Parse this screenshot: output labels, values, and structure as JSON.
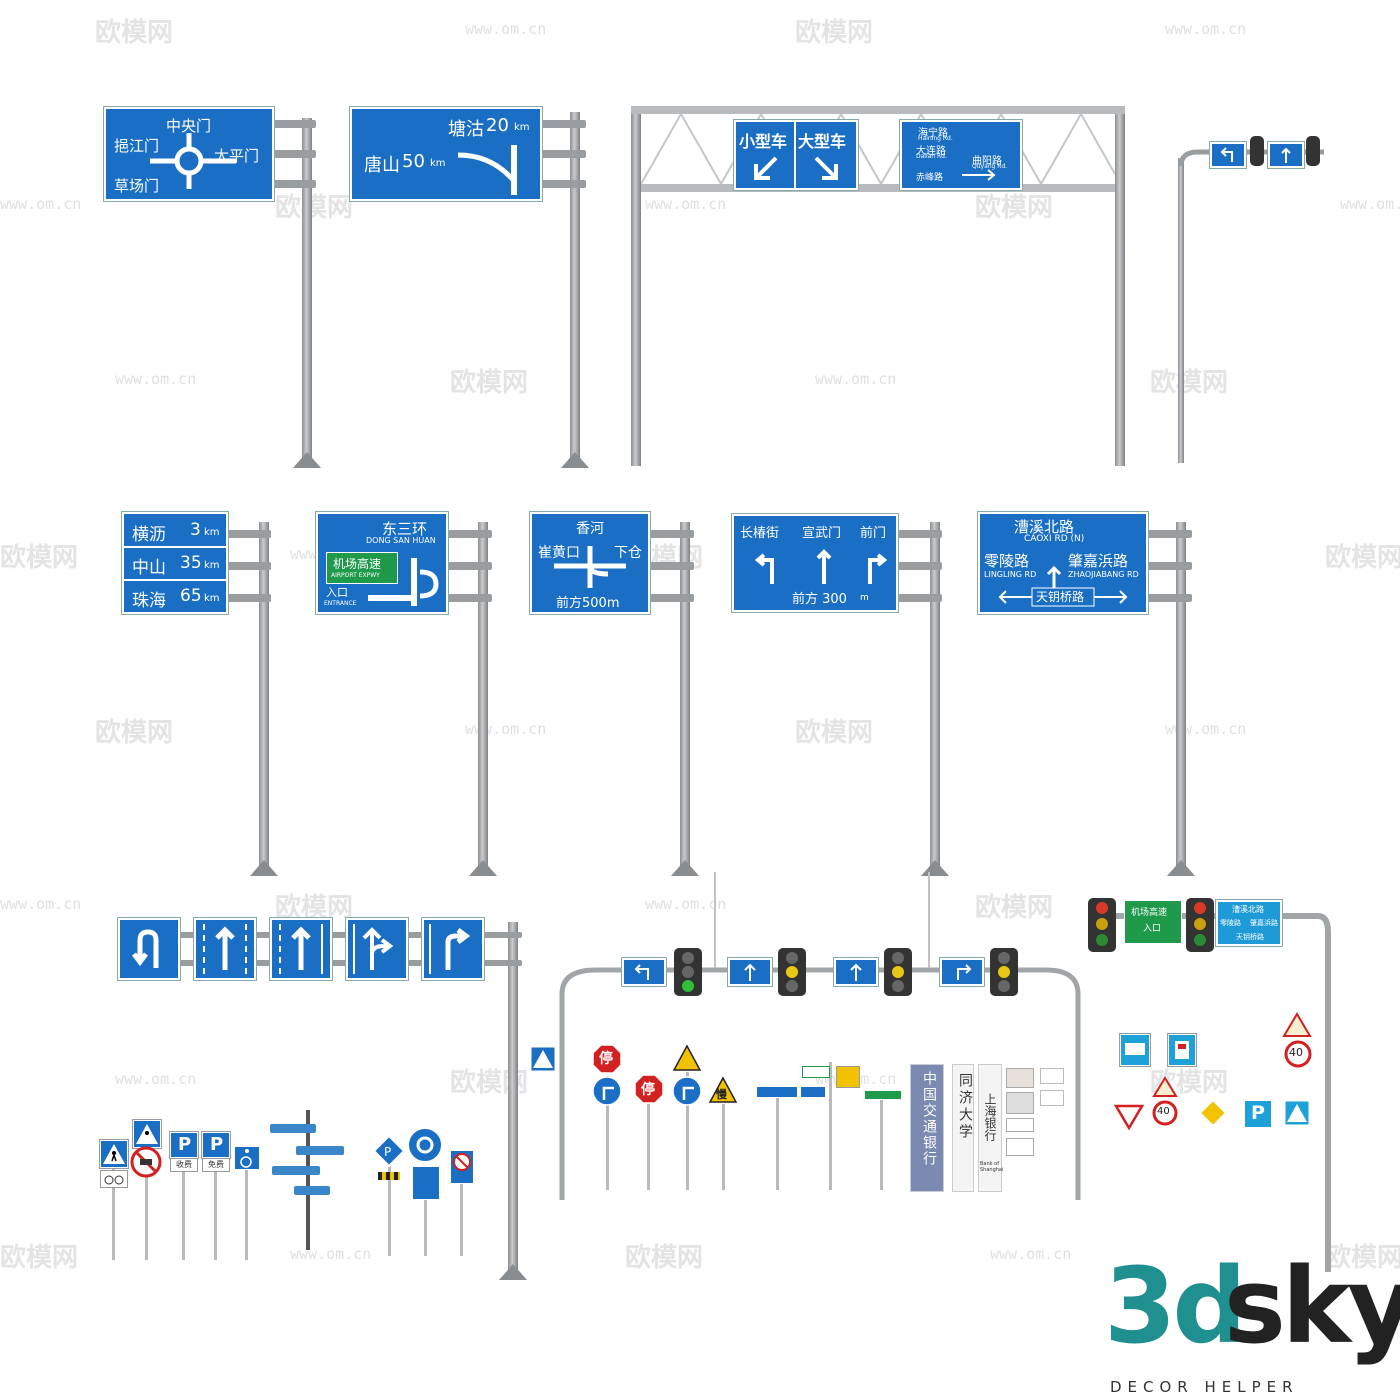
{
  "watermark": {
    "brand": "欧模网",
    "url": "www.om.cn"
  },
  "signs": {
    "roundabout": {
      "top": "中央门",
      "left": "挹江门",
      "right": "太平门",
      "bottom": "草场门"
    },
    "tanggu": {
      "line1": "塘沽",
      "dist1": "20",
      "line2": "唐山",
      "dist2": "50",
      "unit": "km"
    },
    "gantry_lane": {
      "small": "小型车",
      "large": "大型车"
    },
    "gantry_dest": {
      "a": "海宁路",
      "a_en": "Haining Rd.",
      "b": "大连路",
      "b_en": "Dalian Rd.",
      "c": "曲阳路",
      "c_en": "Quyang Rd.",
      "d": "赤峰路"
    },
    "distance": {
      "rows": [
        {
          "name": "横沥",
          "dist": "3",
          "unit": "km"
        },
        {
          "name": "中山",
          "dist": "35",
          "unit": "km"
        },
        {
          "name": "珠海",
          "dist": "65",
          "unit": "km"
        }
      ]
    },
    "dongsanhuan": {
      "title": "东三环",
      "title_en": "DONG SAN HUAN",
      "green": "机场高速",
      "green_en": "AIRPORT EXPWY",
      "entry": "入口",
      "entry_en": "ENTRANCE"
    },
    "xianghe": {
      "top": "香河",
      "left": "崔黄口",
      "right": "下仓",
      "bottom": "前方500m"
    },
    "changchun": {
      "a": "长椿街",
      "b": "宣武门",
      "c": "前门",
      "bottom": "前方 300",
      "unit": "m"
    },
    "caoxi": {
      "title": "漕溪北路",
      "title_en": "CAOXI RD (N)",
      "left": "零陵路",
      "left_en": "LINGLING RD",
      "right": "肇嘉浜路",
      "right_en": "ZHAOJIABANG RD",
      "bottom": "天钥桥路"
    }
  },
  "small_signs": {
    "stop": "停",
    "slow": "慢",
    "parking": "P",
    "speed": "40",
    "fee1": "收费",
    "fee2": "免费"
  },
  "vertical_signs": {
    "a": "中国交通银行",
    "b": "同济大学",
    "c": "上海银行",
    "c_en": "Bank of Shanghai"
  },
  "logo": {
    "brand_a": "3d",
    "brand_b": "sky",
    "tagline": "DECOR HELPER"
  }
}
